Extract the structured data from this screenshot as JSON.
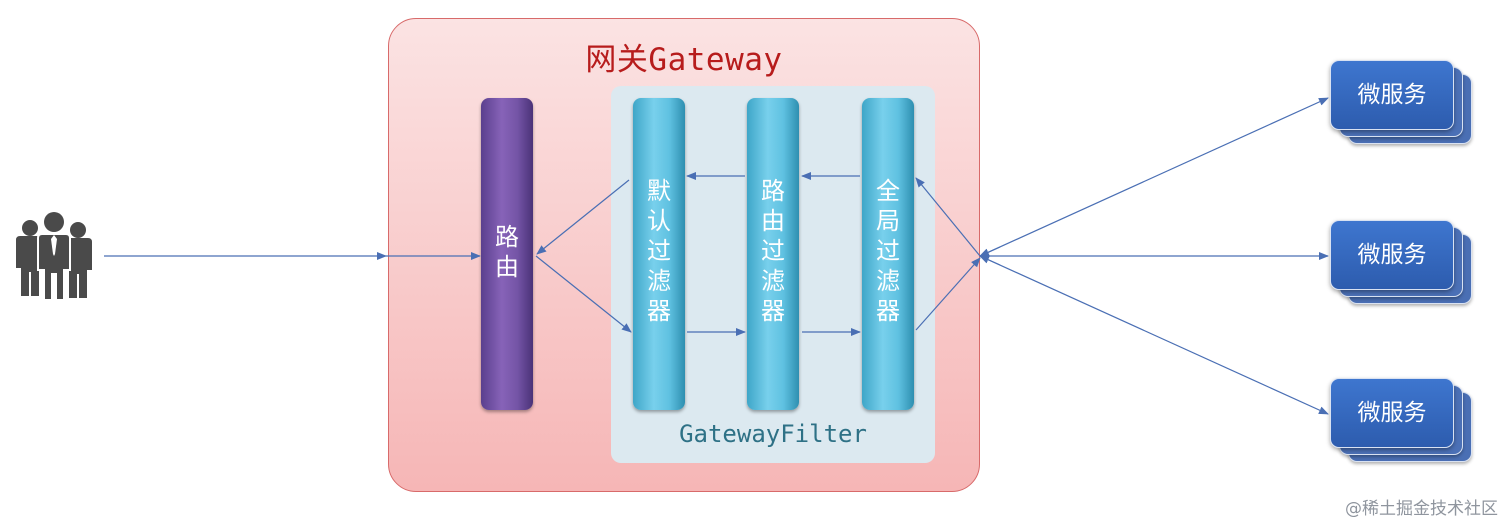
{
  "gateway": {
    "title": "网关Gateway",
    "router_label": "路由",
    "filter_panel_label": "GatewayFilter",
    "filters": [
      {
        "label": "默\n认\n过\n滤\n器"
      },
      {
        "label": "路\n由\n过\n滤\n器"
      },
      {
        "label": "全\n局\n过\n滤\n器"
      }
    ]
  },
  "router_text": "路\n由",
  "services": [
    {
      "label": "微服务"
    },
    {
      "label": "微服务"
    },
    {
      "label": "微服务"
    }
  ],
  "watermark": "@稀土掘金技术社区",
  "colors": {
    "gateway_fill": "#f6b6b6",
    "gateway_title": "#b71c1c",
    "router": "#7454a6",
    "filter": "#5fc1e1",
    "service": "#2d5cae",
    "arrow": "#4a6fb4",
    "users": "#4a4a4a"
  },
  "icons": {
    "users": "users-group-icon"
  }
}
